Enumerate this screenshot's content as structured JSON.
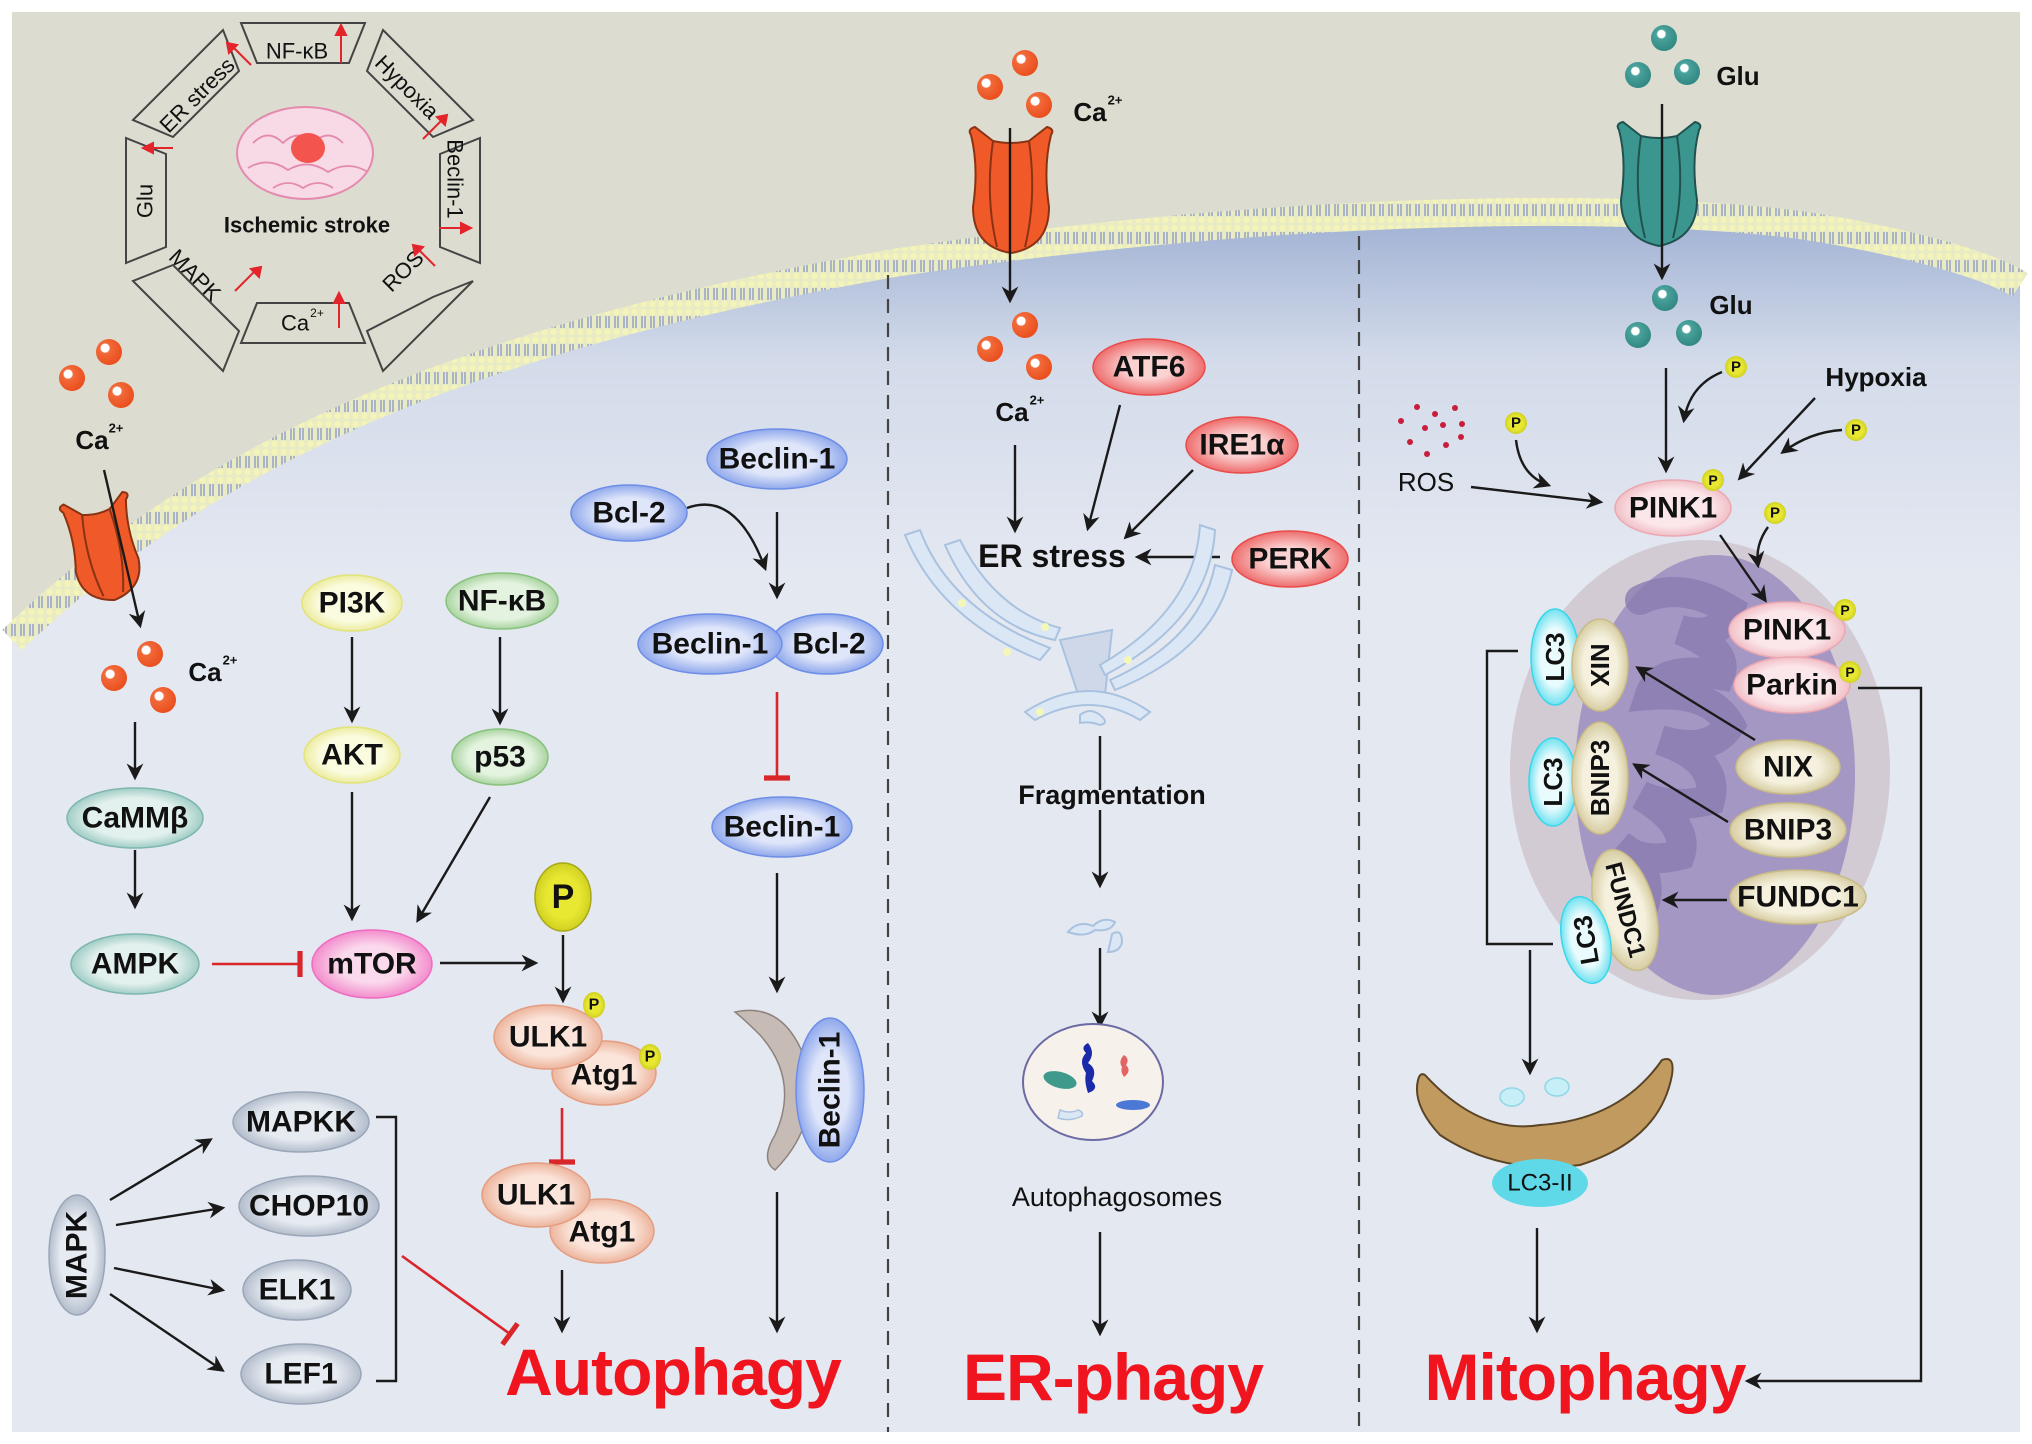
{
  "figure": {
    "type": "pathway diagram",
    "panels": [
      "Autophagy",
      "ER-phagy",
      "Mitophagy"
    ]
  },
  "colors": {
    "extracellular": "#dcdcd0",
    "cytoplasm": "#e4e8f1",
    "membrane_top": "#f4f3c8",
    "calcium": "#f05a28",
    "glutamate": "#3b9690",
    "outcome_text": "#f0141e",
    "inhibition": "#d9262b",
    "phospho": "#d9d92a"
  },
  "legend_octagon": {
    "center_label": "Ischemic stroke",
    "segments": [
      "NF-κB",
      "Hypoxia",
      "Beclin-1",
      "ROS",
      "Ca",
      "MAPK",
      "Glu",
      "ER stress"
    ],
    "ca_superscript": "2+",
    "direction": "increase"
  },
  "autophagy": {
    "ca_outside": "Ca",
    "ca_inside": "Ca",
    "ca_sup": "2+",
    "nodes": {
      "cammb": "CaMMβ",
      "ampk": "AMPK",
      "pi3k": "PI3K",
      "akt": "AKT",
      "nfkb": "NF-κB",
      "p53": "p53",
      "mtor": "mTOR",
      "p": "P",
      "ulk1_a": "ULK1",
      "atg1_a": "Atg1",
      "ulk1_b": "ULK1",
      "atg1_b": "Atg1",
      "mapk": "MAPK",
      "mapkk": "MAPKK",
      "chop10": "CHOP10",
      "elk1": "ELK1",
      "lef1": "LEF1",
      "beclin_top": "Beclin-1",
      "bcl2": "Bcl-2",
      "beclin_complex": "Beclin-1",
      "bcl2_complex": "Bcl-2",
      "beclin_free": "Beclin-1",
      "beclin_phagophore": "Beclin-1"
    },
    "phospho_small": "P",
    "outcome": "Autophagy"
  },
  "er_phagy": {
    "ca_outside": "Ca",
    "ca_inside": "Ca",
    "ca_sup": "2+",
    "atf6": "ATF6",
    "ire1a": "IRE1α",
    "perk": "PERK",
    "er_stress": "ER stress",
    "fragmentation": "Fragmentation",
    "autophagosomes": "Autophagosomes",
    "outcome": "ER-phagy"
  },
  "mitophagy": {
    "glu_outside": "Glu",
    "glu_inside": "Glu",
    "hypoxia": "Hypoxia",
    "ros": "ROS",
    "pink1": "PINK1",
    "pink1_b": "PINK1",
    "parkin": "Parkin",
    "nix": "NIX",
    "bnip3": "BNIP3",
    "fundc1": "FUNDC1",
    "lc3": "LC3",
    "nix_on": "NIX",
    "bnip3_on": "BNIP3",
    "fundc1_on": "FUNDC1",
    "lc3_ii": "LC3-II",
    "phospho": "P",
    "outcome": "Mitophagy"
  }
}
